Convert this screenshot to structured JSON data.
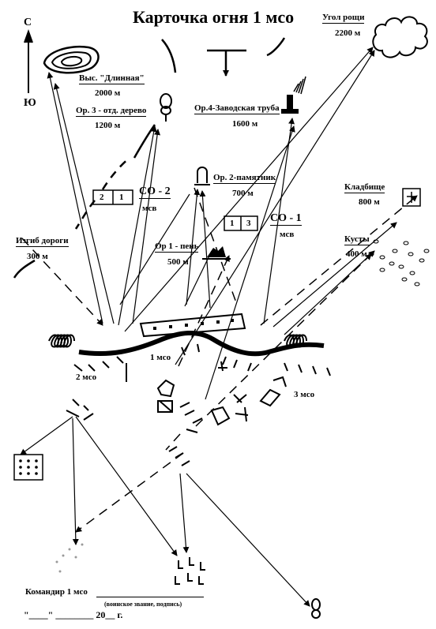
{
  "title": "Карточка огня 1 мсо",
  "compass": {
    "north": "С",
    "south": "Ю"
  },
  "landmarks": {
    "hill": {
      "name": "Выс. \"Длинная\"",
      "distance": "2000 м"
    },
    "tree": {
      "name": "Ор. 3 - отд. дерево",
      "distance": "1200 м"
    },
    "chimney": {
      "name": "Ор.4-Заводская труба",
      "distance": "1600 м"
    },
    "grove": {
      "name": "Угол рощи",
      "distance": "2200 м"
    },
    "monument": {
      "name": "Ор. 2-памятник",
      "distance": "700 м"
    },
    "cemetery": {
      "name": "Кладбище",
      "distance": "800 м"
    },
    "bend": {
      "name": "Изгиб дороги",
      "distance": "300 м"
    },
    "stump": {
      "name": "Ор 1 - пень",
      "distance": "500 м"
    },
    "bushes": {
      "name": "Кусты",
      "distance": "400 м"
    }
  },
  "sectors": {
    "co2": {
      "label": "СО - 2",
      "unit": "мсв",
      "box_left": "2",
      "box_right": "1"
    },
    "co1": {
      "label": "СО - 1",
      "unit": "мсв",
      "box_left": "1",
      "box_right": "3"
    }
  },
  "units": {
    "platoon1": "1 мсо",
    "platoon2": "2 мсо",
    "platoon3": "3 мсо"
  },
  "footer": {
    "commander": "Командир 1 мсо",
    "rank_hint": "(воинское звание, подпись)",
    "date_line": "\"____\" ________ 20__ г."
  }
}
